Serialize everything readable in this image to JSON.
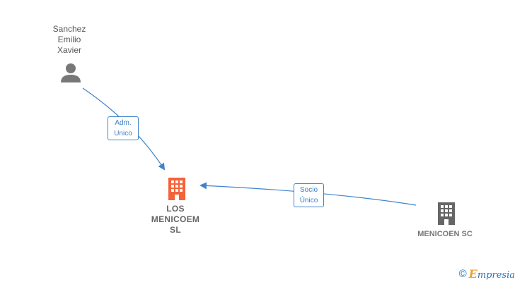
{
  "nodes": {
    "person": {
      "label": "Sanchez\nEmilio\nXavier",
      "icon": "person-icon"
    },
    "main_company": {
      "label": "LOS\nMENICOEM\nSL",
      "icon": "building-icon",
      "color": "#f4623a"
    },
    "partner_company": {
      "label": "MENICOEN SC",
      "icon": "building-icon",
      "color": "#666666"
    }
  },
  "edges": {
    "adm": {
      "label": "Adm.\nUnico"
    },
    "socio": {
      "label": "Socio\nÚnico"
    }
  },
  "footer": {
    "copyright_symbol": "©",
    "brand_initial": "E",
    "brand_rest": "mpresia"
  },
  "colors": {
    "edge": "#3f83c9",
    "accent": "#f4623a",
    "gray_icon": "#666666"
  }
}
